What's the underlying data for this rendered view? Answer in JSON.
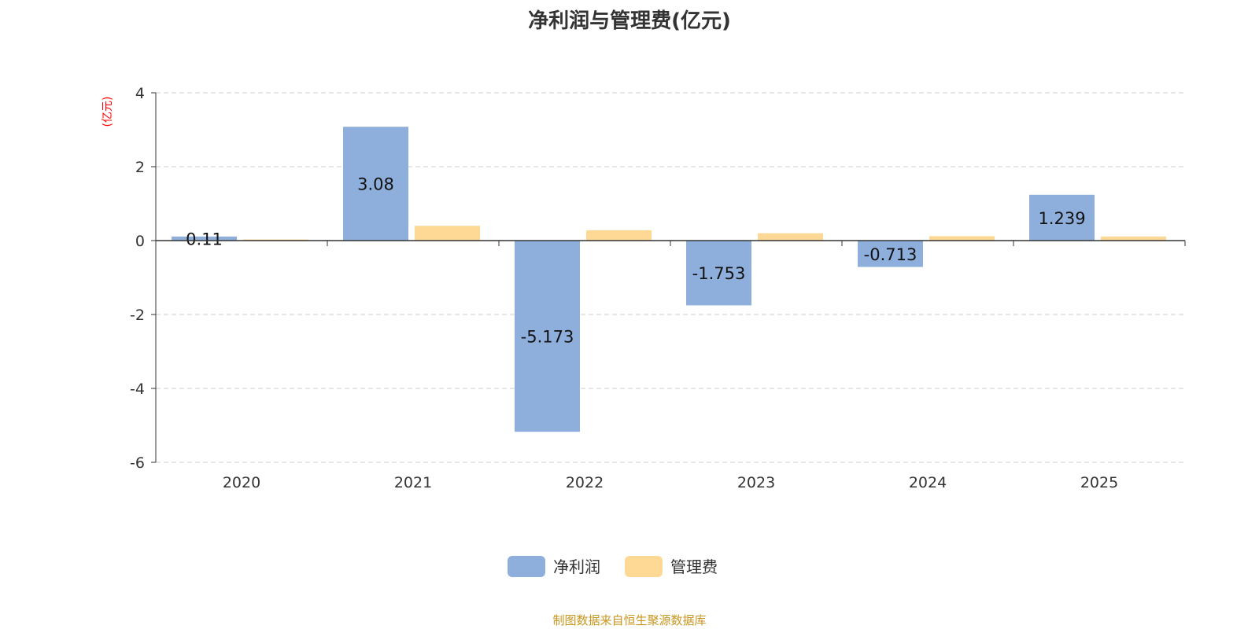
{
  "chart_data": {
    "type": "bar",
    "title": "净利润与管理费(亿元)",
    "ylabel": "(亿元)",
    "xlabel": "",
    "categories": [
      "2020",
      "2021",
      "2022",
      "2023",
      "2024",
      "2025"
    ],
    "ylim": [
      -6,
      4
    ],
    "yticks": [
      4,
      2,
      0,
      -2,
      -4,
      -6
    ],
    "grid": true,
    "legend_position": "bottom-center",
    "series": [
      {
        "name": "净利润",
        "color": "#8eaedb",
        "values": [
          0.11,
          3.08,
          -5.173,
          -1.753,
          -0.713,
          1.239
        ],
        "labels": [
          "0.11",
          "3.08",
          "-5.173",
          "-1.753",
          "-0.713",
          "1.239"
        ]
      },
      {
        "name": "管理费",
        "color": "#fdd995",
        "values": [
          0.03,
          0.4,
          0.28,
          0.2,
          0.12,
          0.11
        ]
      }
    ]
  },
  "source": "制图数据来自恒生聚源数据库"
}
